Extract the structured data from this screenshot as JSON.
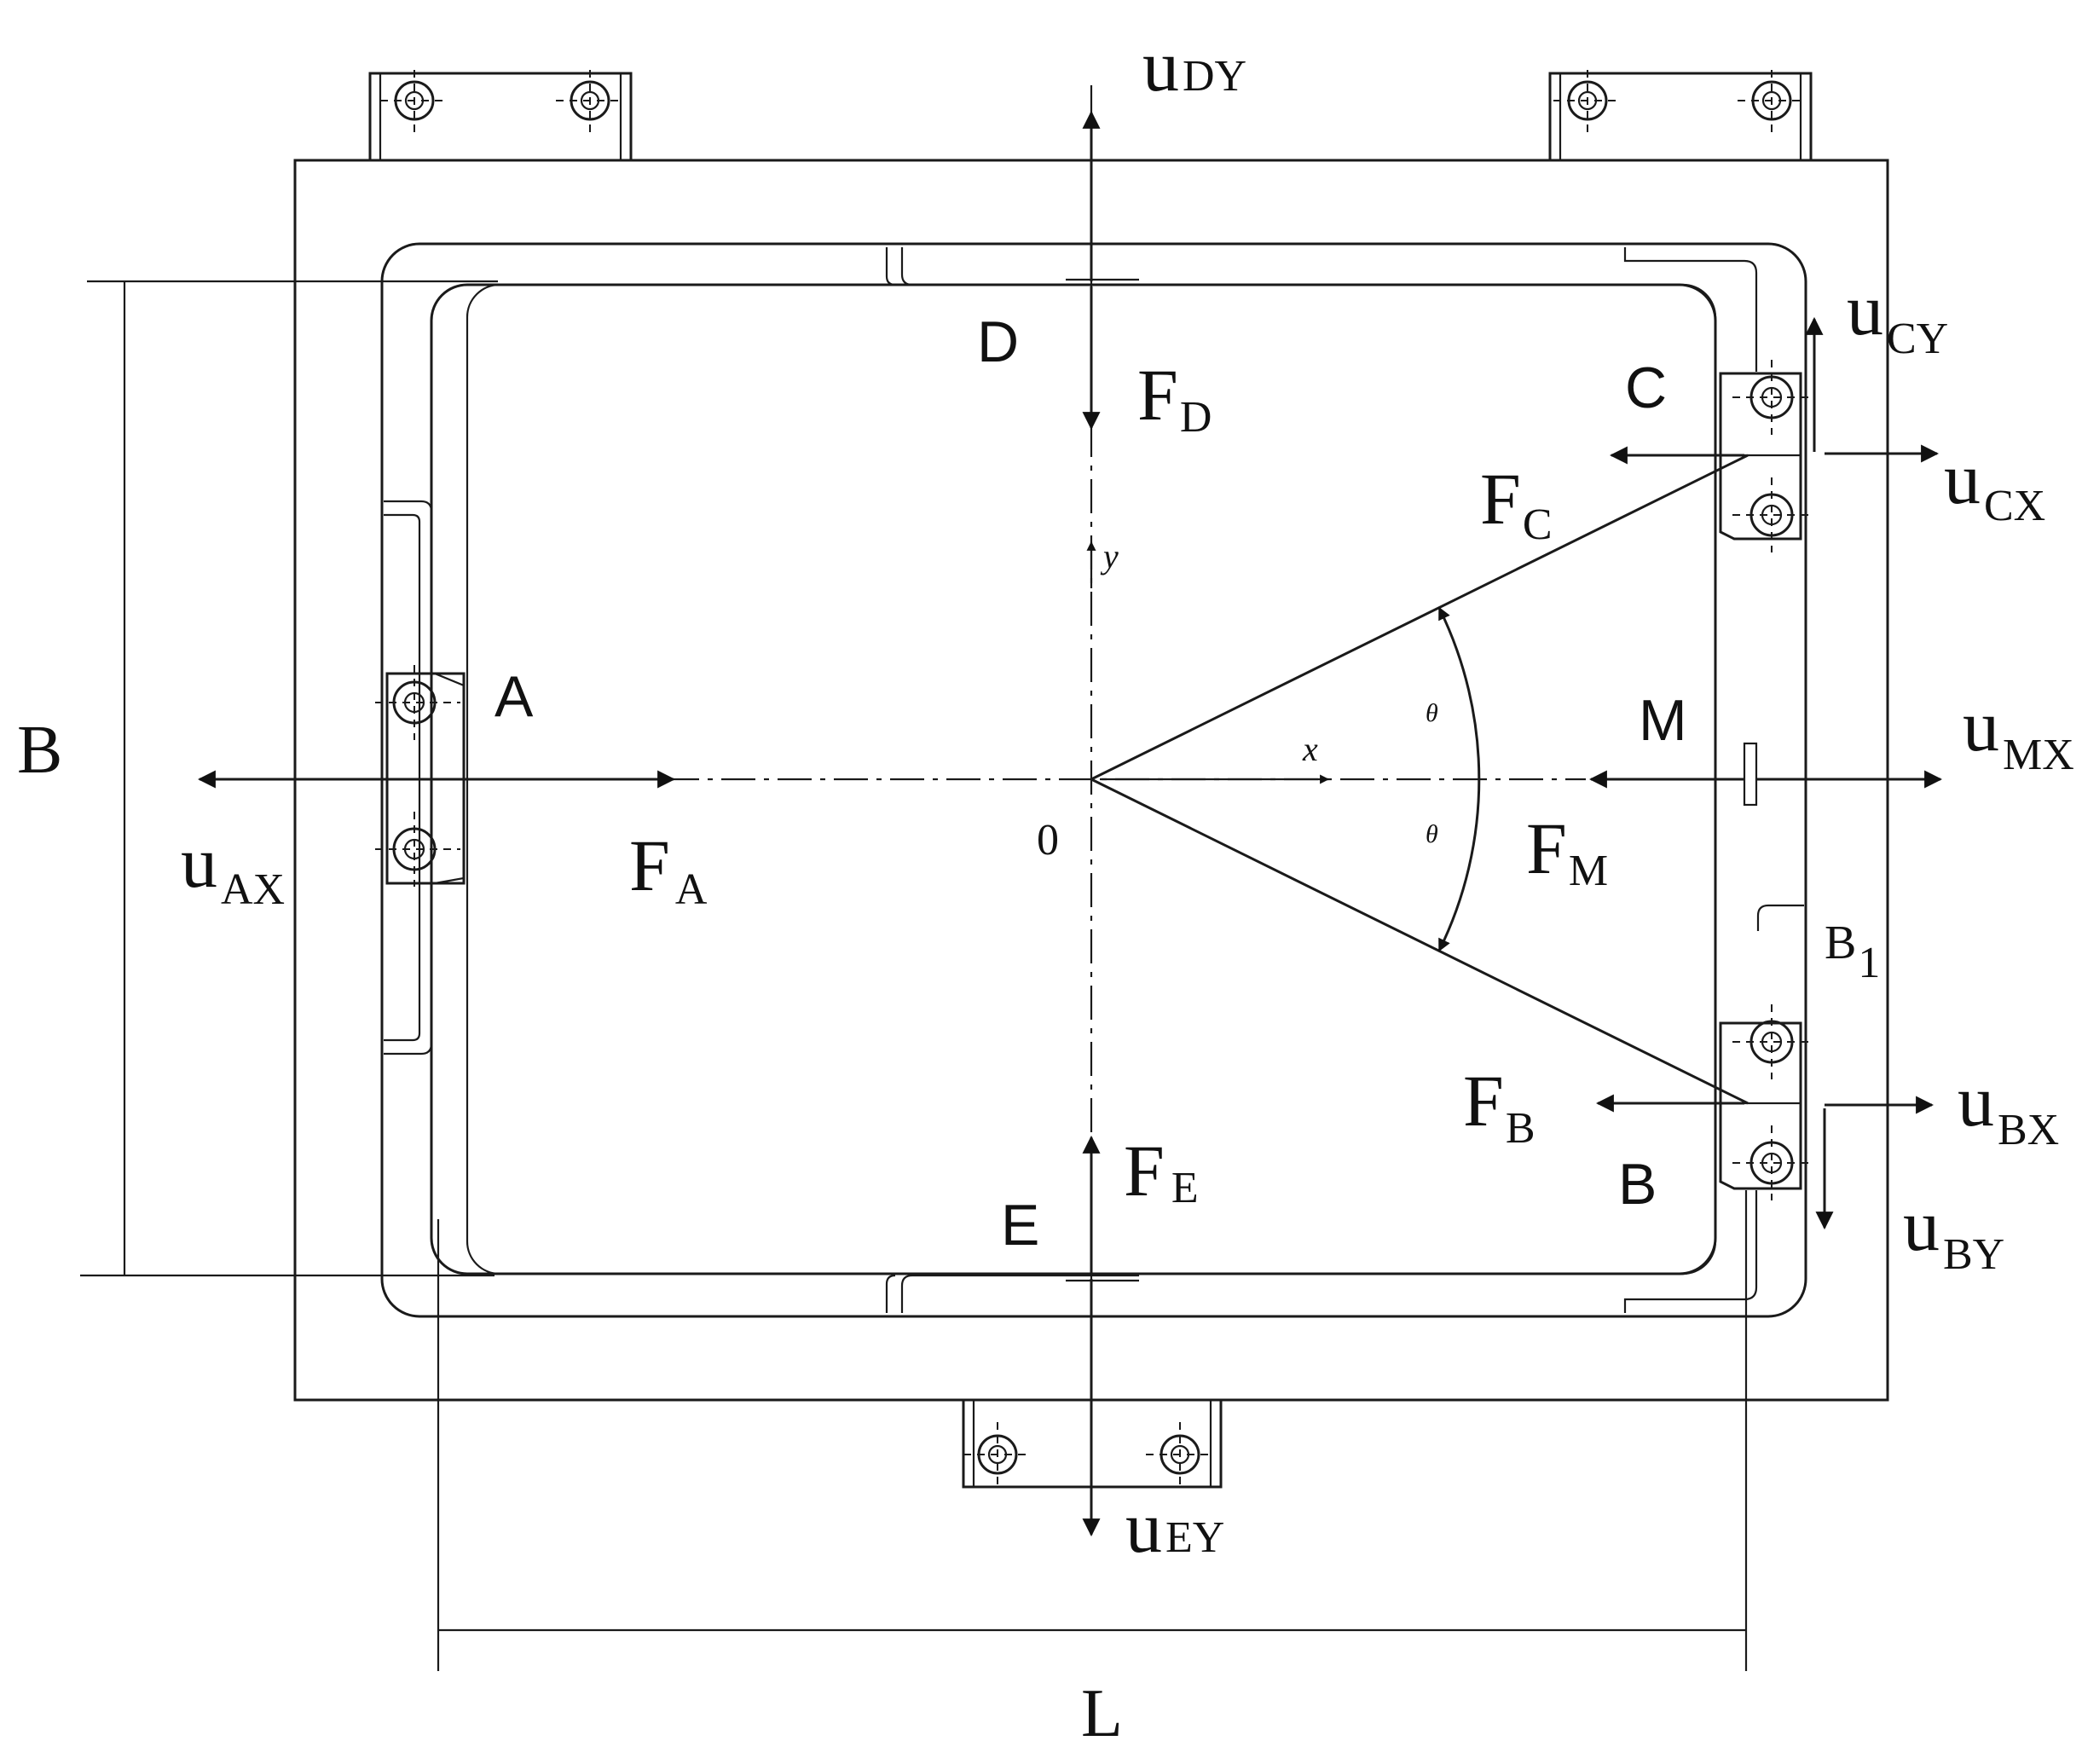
{
  "labels": {
    "uDY": {
      "main": "u",
      "sub": "DY"
    },
    "uCY": {
      "main": "u",
      "sub": "CY"
    },
    "uCX": {
      "main": "u",
      "sub": "CX"
    },
    "uMX": {
      "main": "u",
      "sub": "MX"
    },
    "uBX": {
      "main": "u",
      "sub": "BX"
    },
    "uBY": {
      "main": "u",
      "sub": "BY"
    },
    "uAX": {
      "main": "u",
      "sub": "AX"
    },
    "uEY": {
      "main": "u",
      "sub": "EY"
    },
    "FD": {
      "main": "F",
      "sub": "D"
    },
    "FC": {
      "main": "F",
      "sub": "C"
    },
    "FM": {
      "main": "F",
      "sub": "M"
    },
    "FB": {
      "main": "F",
      "sub": "B"
    },
    "FE": {
      "main": "F",
      "sub": "E"
    },
    "FA": {
      "main": "F",
      "sub": "A"
    },
    "B1": {
      "main": "B",
      "sub": "1"
    }
  },
  "points": {
    "A": "A",
    "B": "B",
    "C": "C",
    "D": "D",
    "E": "E",
    "M": "M"
  },
  "axes": {
    "x": "x",
    "y": "y",
    "origin": "0"
  },
  "angle": {
    "theta": "θ"
  },
  "dimensions": {
    "width": "L",
    "height": "B"
  }
}
